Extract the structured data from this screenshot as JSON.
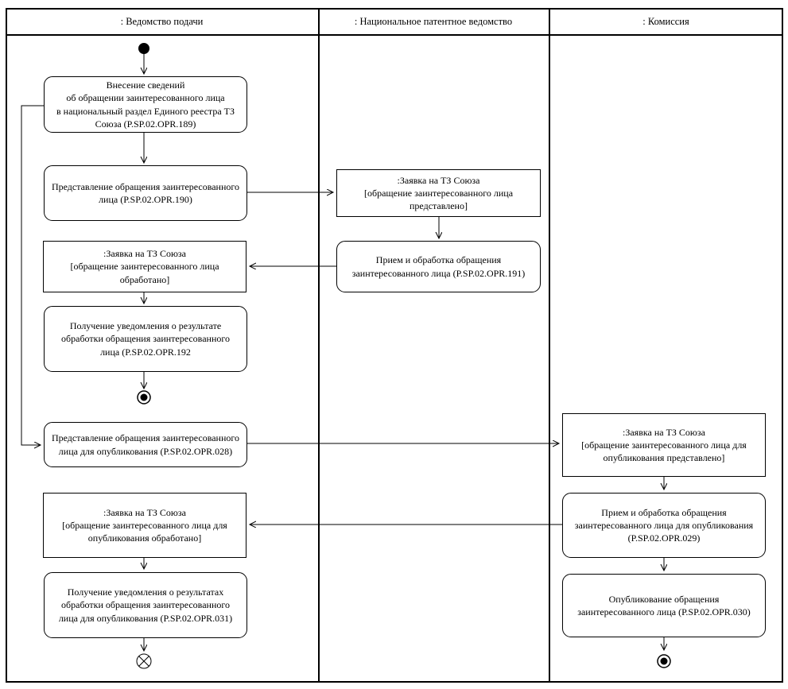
{
  "colors": {
    "background": "#ffffff",
    "line": "#000000",
    "text": "#000000"
  },
  "diagram": {
    "type": "uml-activity-swimlane",
    "lanes": [
      {
        "id": "filing-office",
        "label": ": Ведомство подачи"
      },
      {
        "id": "national-patent-office",
        "label": ": Национальное патентное ведомство"
      },
      {
        "id": "commission",
        "label": ": Комиссия"
      }
    ],
    "nodes": [
      {
        "id": "opr-189",
        "kind": "action",
        "lane": "filing-office",
        "label": "Внесение сведений\nоб обращении заинтересованного лица\nв национальный раздел Единого реестра ТЗ\nСоюза (P.SP.02.OPR.189)"
      },
      {
        "id": "opr-190",
        "kind": "action",
        "lane": "filing-office",
        "label": "Представление обращения заинтересованного\nлица (P.SP.02.OPR.190)"
      },
      {
        "id": "zayavka-predstavleno",
        "kind": "object",
        "lane": "national-patent-office",
        "label": ":Заявка на ТЗ Союза\n[обращение заинтересованного лица\nпредставлено]"
      },
      {
        "id": "opr-191",
        "kind": "action",
        "lane": "national-patent-office",
        "label": "Прием и обработка обращения\nзаинтересованного лица (P.SP.02.OPR.191)"
      },
      {
        "id": "zayavka-obrabotano",
        "kind": "object",
        "lane": "filing-office",
        "label": ":Заявка на ТЗ Союза\n[обращение заинтересованного лица\nобработано]"
      },
      {
        "id": "opr-192",
        "kind": "action",
        "lane": "filing-office",
        "label": "Получение уведомления о результате\nобработки обращения заинтересованного\nлица (P.SP.02.OPR.192"
      },
      {
        "id": "opr-028",
        "kind": "action",
        "lane": "filing-office",
        "label": "Представление обращения заинтересованного\nлица для опубликования (P.SP.02.OPR.028)"
      },
      {
        "id": "zayavka-publ-predstavleno",
        "kind": "object",
        "lane": "commission",
        "label": ":Заявка на ТЗ Союза\n[обращение заинтересованного лица для\nопубликования представлено]"
      },
      {
        "id": "opr-029",
        "kind": "action",
        "lane": "commission",
        "label": "Прием и обработка обращения\nзаинтересованного лица для опубликования\n(P.SP.02.OPR.029)"
      },
      {
        "id": "opr-030",
        "kind": "action",
        "lane": "commission",
        "label": "Опубликование обращения\nзаинтересованного лица (P.SP.02.OPR.030)"
      },
      {
        "id": "zayavka-publ-obrabotano",
        "kind": "object",
        "lane": "filing-office",
        "label": ":Заявка на ТЗ Союза\n[обращение заинтересованного лица для\nопубликования обработано]"
      },
      {
        "id": "opr-031",
        "kind": "action",
        "lane": "filing-office",
        "label": "Получение уведомления о результатах\nобработки обращения заинтересованного\nлица для опубликования (P.SP.02.OPR.031)"
      }
    ],
    "terminals": [
      {
        "name": "initial-node",
        "lane": "filing-office"
      },
      {
        "name": "activity-final-node",
        "lane": "filing-office"
      },
      {
        "name": "flow-final-node",
        "lane": "filing-office"
      },
      {
        "name": "activity-final-node",
        "lane": "commission"
      }
    ]
  }
}
